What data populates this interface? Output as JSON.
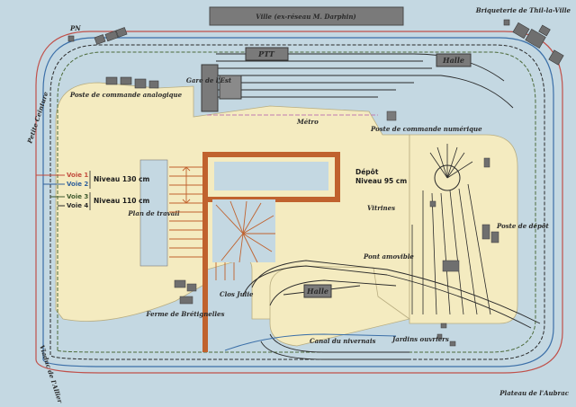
{
  "labels": {
    "ville": "Ville (ex-réseau M. Darphin)",
    "briqueterie": "Briqueterie de Thil-la-Ville",
    "pn": "PN",
    "ptt": "PTT",
    "halle_top": "Halle",
    "gare_est": "Gare de l'Est",
    "poste_analogique": "Poste de commande analogique",
    "metro": "Métro",
    "petite_ceinture": "Petite Ceinture",
    "poste_numerique": "Poste de commande numérique",
    "depot_title": "Dépôt",
    "depot_level": "Niveau 95 cm",
    "voie1": "Voie 1",
    "voie2": "Voie 2",
    "niveau_130": "Niveau 130 cm",
    "voie3": "Voie 3",
    "voie4": "Voie 4",
    "niveau_110": "Niveau 110 cm",
    "vitrines": "Vitrines",
    "poste_depot": "Poste de dépôt",
    "plan_travail": "Plan de travail",
    "pont_amovible": "Pont amovible",
    "ferme": "Ferme de Brétignelles",
    "clos_julie": "Clos Julie",
    "halle_bottom": "Halle",
    "jardins": "Jardins ouvriers",
    "canal": "Canal du nivernais",
    "viaduc": "Viaduc de l'Allier",
    "plateau": "Plateau de l'Aubrac"
  },
  "colors": {
    "background": "#c4d8e2",
    "floor": "#f4ebc0",
    "track": "#2a2a2a",
    "track_red": "#c0504a",
    "track_blue": "#3b6fa8",
    "track_green": "#4c6a3a",
    "stairs": "#c0622e",
    "building": "#6f6f6f",
    "metro": "#c07bb0",
    "voie1": "#c24a3c",
    "voie2": "#2f5f9a",
    "voie3": "#3f5a2e",
    "voie4": "#2a2a2a"
  }
}
